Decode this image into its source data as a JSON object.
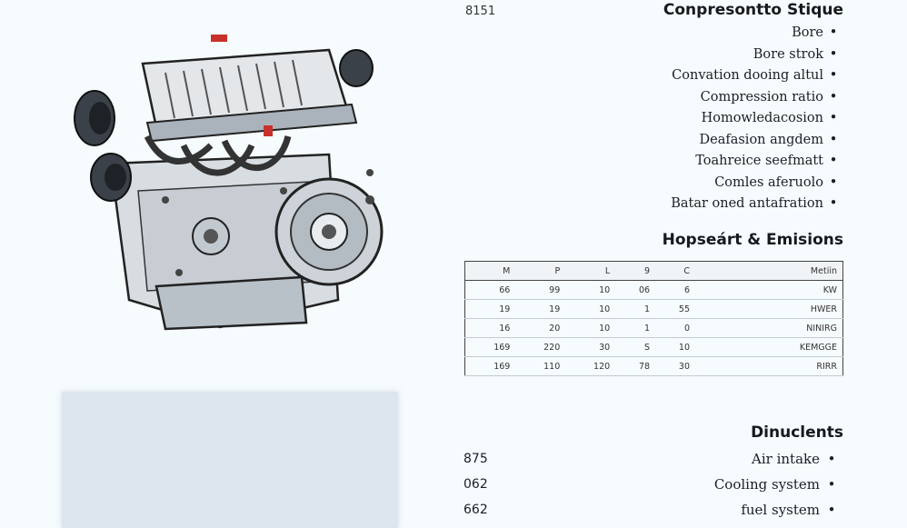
{
  "header": {
    "code": "8151"
  },
  "spec_section": {
    "title": "Conpresontto Stique",
    "items": [
      "Bore",
      "Bore strok",
      "Convation dooing altul",
      "Compression ratio",
      "Homowledacosion",
      "Deafasion angdem",
      "Toahreice seefmatt",
      "Comles aferuolo",
      "Batar oned antafration"
    ]
  },
  "emissions_section": {
    "title": "Hopseárt & Emisions",
    "table": {
      "headers": [
        "Metiin",
        "C",
        "9",
        "L",
        "P",
        "M"
      ],
      "rows": [
        [
          "KW",
          "6",
          "06",
          "10",
          "99",
          "66"
        ],
        [
          "HWER",
          "55",
          "1",
          "10",
          "19",
          "19"
        ],
        [
          "NINIRG",
          "0",
          "1",
          "10",
          "20",
          "16"
        ],
        [
          "KEMGGE",
          "10",
          "S",
          "30",
          "220",
          "169"
        ],
        [
          "RIRR",
          "30",
          "78",
          "120",
          "110",
          "169"
        ]
      ]
    }
  },
  "dinuclents_section": {
    "title": "Dinuclents",
    "items": [
      {
        "label": "Air intake",
        "code": "875"
      },
      {
        "label": "Cooling system",
        "code": "062"
      },
      {
        "label": "fuel system",
        "code": "662"
      }
    ]
  },
  "colors": {
    "background": "#f6fbfd",
    "panel": "#dde5ee",
    "text": "#1b1f24",
    "table_border": "#444444"
  },
  "icons": [
    "engine-illustration",
    "bullet-dot-icon"
  ]
}
